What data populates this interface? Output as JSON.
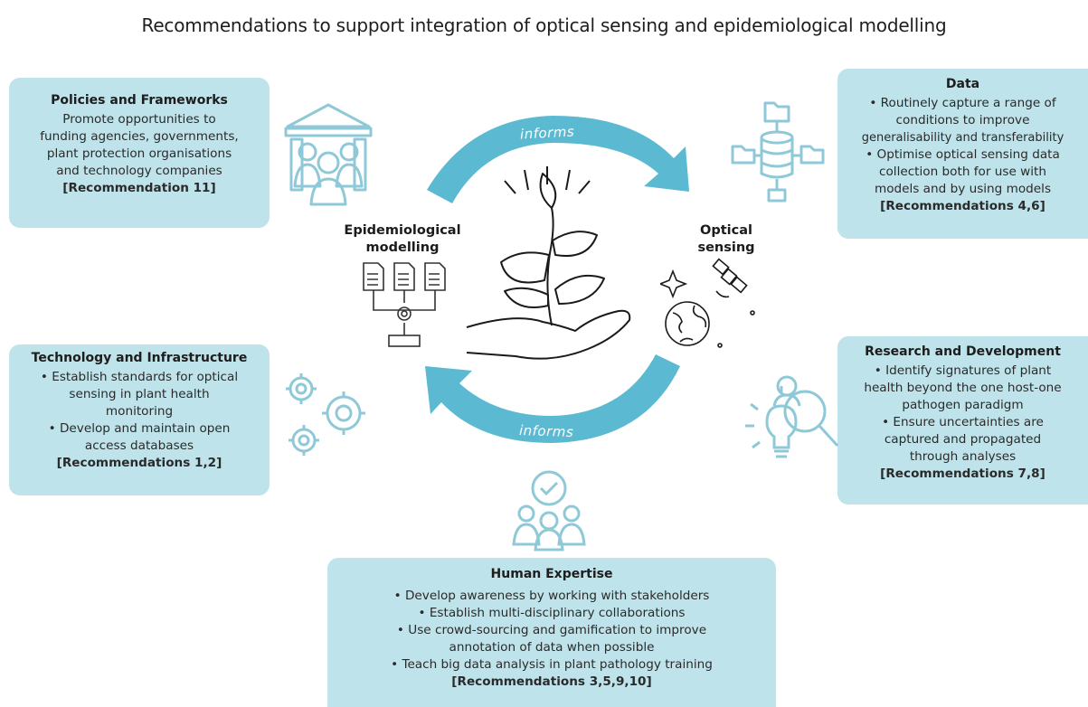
{
  "title": "Recommendations to support integration of optical sensing and epidemiological modelling",
  "center": {
    "left_label_1": "Epidemiological",
    "left_label_2": "modelling",
    "right_label_1": "Optical",
    "right_label_2": "sensing",
    "arrow_top": "informs",
    "arrow_bottom": "informs"
  },
  "boxes": {
    "policies": {
      "title": "Policies and Frameworks",
      "lines": [
        "Promote opportunities to",
        "funding agencies, governments,",
        "plant protection organisations",
        "and technology companies"
      ],
      "rec": "[Recommendation 11]"
    },
    "data": {
      "title": "Data",
      "lines": [
        "• Routinely capture a range of",
        "conditions to improve",
        "generalisability and transferability",
        "• Optimise optical sensing data",
        "collection both for use with",
        "models and by using models"
      ],
      "rec": "[Recommendations 4,6]"
    },
    "technology": {
      "title": "Technology and Infrastructure",
      "lines": [
        "• Establish standards for optical",
        "sensing in plant health",
        "monitoring",
        "• Develop and maintain open",
        "access databases"
      ],
      "rec": "[Recommendations 1,2]"
    },
    "research": {
      "title": "Research and Development",
      "lines": [
        "• Identify signatures of plant",
        "health beyond the one host-one",
        "pathogen paradigm",
        "• Ensure uncertainties are",
        "captured and propagated",
        "through analyses"
      ],
      "rec": "[Recommendations 7,8]"
    },
    "human": {
      "title": "Human Expertise",
      "lines": [
        "• Develop awareness by working with stakeholders",
        "• Establish multi-disciplinary collaborations",
        "• Use crowd-sourcing and gamification to improve",
        "annotation of data when possible",
        "• Teach big data analysis in plant pathology training"
      ],
      "rec": "[Recommendations 3,5,9,10]"
    }
  },
  "colors": {
    "box_fill": "#bfe3ea",
    "arrow": "#5bbad2",
    "icon_stroke": "#8fc9d8"
  }
}
